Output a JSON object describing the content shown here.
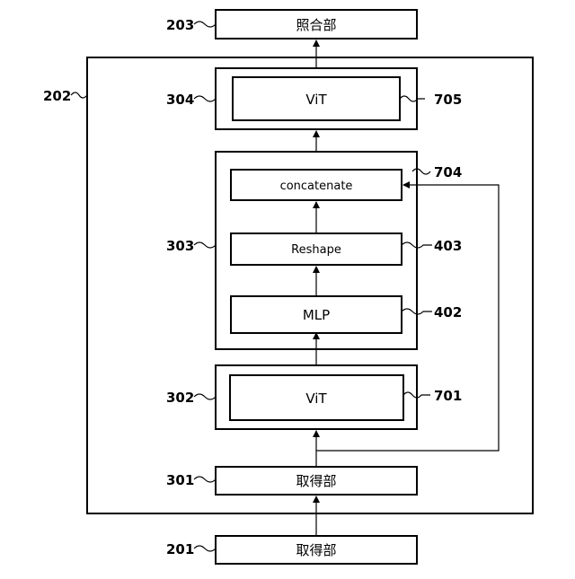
{
  "blocks": {
    "collation_unit": {
      "label": "照合部",
      "ref": "203"
    },
    "outer_unit": {
      "ref": "202"
    },
    "vit_top": {
      "label": "ViT",
      "ref": "705",
      "group_ref": "304"
    },
    "fusion_group": {
      "ref": "303"
    },
    "concatenate": {
      "label": "concatenate",
      "ref": "704"
    },
    "reshape": {
      "label": "Reshape",
      "ref": "403"
    },
    "mlp": {
      "label": "MLP",
      "ref": "402"
    },
    "vit_bottom": {
      "label": "ViT",
      "ref": "701",
      "group_ref": "302"
    },
    "acquisition_inner": {
      "label": "取得部",
      "ref": "301"
    },
    "acquisition_outer": {
      "label": "取得部",
      "ref": "201"
    }
  }
}
